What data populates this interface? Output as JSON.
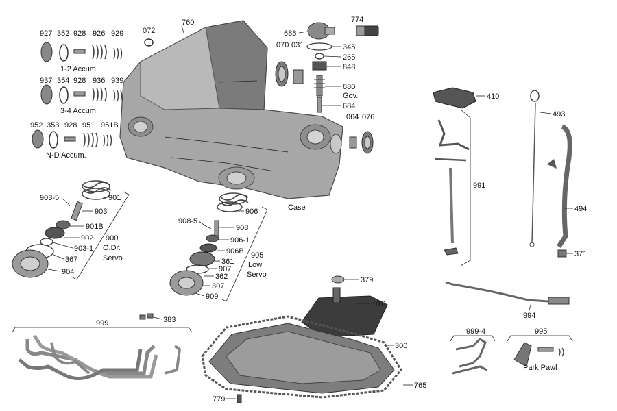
{
  "labels": {
    "p927": "927",
    "p352": "352",
    "p928a": "928",
    "p926": "926",
    "p929": "929",
    "accum12": "1-2 Accum.",
    "p937": "937",
    "p354": "354",
    "p928b": "928",
    "p936": "936",
    "p939": "939",
    "accum34": "3-4 Accum.",
    "p952": "952",
    "p353": "353",
    "p928c": "928",
    "p951": "951",
    "p951b": "951B",
    "accumnd": "N-D Accum.",
    "p072": "072",
    "p760": "760",
    "p686": "686",
    "p774": "774",
    "p070": "070",
    "p031": "031",
    "p345": "345",
    "p265": "265",
    "p848": "848",
    "p680": "680",
    "gov": "Gov.",
    "p684": "684",
    "p064": "064",
    "p076": "076",
    "p410": "410",
    "p493": "493",
    "p991": "991",
    "p494": "494",
    "p371": "371",
    "p903_5": "903-5",
    "p901": "901",
    "p903": "903",
    "p901b": "901B",
    "p900": "900",
    "p902": "902",
    "odr": "O.Dr.",
    "p903_1": "903-1",
    "servo1": "Servo",
    "p367": "367",
    "p904": "904",
    "case": "Case",
    "p906": "906",
    "p908_5": "908-5",
    "p908": "908",
    "p906_1": "906-1",
    "p906b": "906B",
    "p905": "905",
    "p361": "361",
    "low": "Low",
    "p907": "907",
    "servo2": "Servo",
    "p362": "362",
    "p307": "307",
    "p909": "909",
    "p379": "379",
    "p010": "010",
    "p999": "999",
    "p383": "383",
    "p300": "300",
    "p765": "765",
    "p779": "779",
    "p994": "994",
    "p999_4": "999-4",
    "p995": "995",
    "parkpawl": "Park Pawl"
  },
  "colors": {
    "metal_dark": "#5a5a5a",
    "metal_mid": "#8c8c8c",
    "metal_light": "#c8c8c8",
    "case": "#a9a9a9",
    "pan": "#7d7d7d"
  },
  "icons": {
    "transmission-case": "transmission-case-photo",
    "oil-pan": "oil-pan-photo",
    "filter": "filter-photo",
    "cooler-lines": "cooler-lines-photo"
  }
}
